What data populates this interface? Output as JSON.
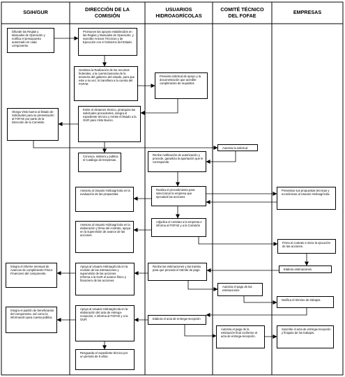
{
  "columns": [
    {
      "id": "sgih",
      "label": "SGIH/GUR"
    },
    {
      "id": "direccion",
      "label": "DIRECCIÓN DE LA\nCOMISIÓN"
    },
    {
      "id": "usuarios",
      "label": "USUARIOS\nHIDROAGRÍCOLAS"
    },
    {
      "id": "comite",
      "label": "COMITÉ TÉCNICO\nDEL FOFAE"
    },
    {
      "id": "empresas",
      "label": "EMPRESAS"
    }
  ],
  "steps": [
    {
      "id": "s1",
      "text": "Difunde las Reglas y Manuales de Operación y notifica el presupuesto autorizado en cada componente."
    },
    {
      "id": "s2",
      "text": "Promueve las apoyos establecidos en las Reglas y Manuales de Operación, y suscribe Anexos Técnicos y de Ejecución con el Gobierno del Estado."
    },
    {
      "id": "s3",
      "text": "Gestiona la Radicación de los recursos federales, a la cuenta bancaria de la tesorería del gobierno del estado, para que este a su vez, lo transfiera a la cuenta del FOFAE"
    },
    {
      "id": "s4",
      "text": "Presenta solicitud de apoyo y la documentación que acredite cumplimiento de requisitos"
    },
    {
      "id": "s5",
      "text": "Otorga Visto bueno al listado de Solicitudes para su presentación al FOFAE por parte de la Dirección de la Comisión."
    },
    {
      "id": "s6",
      "text": "Emite el dictamen técnico, jerarquiza las solicitudes procedentes, integra el expediente técnico y remite el listado a la GUR para Visto Bueno."
    },
    {
      "id": "s7",
      "text": "Autoriza la solicitud"
    },
    {
      "id": "s8",
      "text": "Convoca, elabora y publica el Catálogo de Empresas."
    },
    {
      "id": "s9",
      "text": "Recibe notificación de autorización y procede, garantiza la aportación que le corresponde."
    },
    {
      "id": "s10",
      "text": "Asesora al Usuario Hidroagrícola en la evaluación de las propuestas."
    },
    {
      "id": "s11",
      "text": "Realiza el procedimiento para seleccionar la empresa que ejecutará las acciones"
    },
    {
      "id": "s12",
      "text": "Presentan sus propuestas técnicas y económicas al Usuario Hidroagrícola."
    },
    {
      "id": "s13",
      "text": "Asesora al Usuario Hidroagrícola en la elaboración y firma del contrato, apoya en la supervisión de avance de las acciones."
    },
    {
      "id": "s14",
      "text": "Adjudica el contrato a la empresa e informa al FOFAE y a la Comisión"
    },
    {
      "id": "s15",
      "text": "Firma el contrato e inicia la ejecución de las acciones."
    },
    {
      "id": "s16",
      "text": "Elabora estimaciones"
    },
    {
      "id": "s17",
      "text": "Integra el informe mensual de Avances de cumplimiento Físico-Financiero del componente."
    },
    {
      "id": "s18",
      "text": "Apoya al Usuario Hidroagrícola en la revisión de las estimaciones y supervisión de las acciones.\nInforma a la GUR el avance físico y financiero de las acciones."
    },
    {
      "id": "s19",
      "text": "Recibe las estimaciones y las tramita para que proceda el trámite de pago."
    },
    {
      "id": "s20",
      "text": "Autoriza el pago de las estimaciones"
    },
    {
      "id": "s21",
      "text": "Notifica el término de trabajos."
    },
    {
      "id": "s22",
      "text": "Integra el padrón de beneficiarios del componente, así como la información para cuenta pública."
    },
    {
      "id": "s23",
      "text": "Apoya al Usuario Hidroagrícola en la elaboración del acta de entrega-recepción, e informa al FOFAE y a la GUR."
    },
    {
      "id": "s24",
      "text": "Elabora el acta de entrega-recepción"
    },
    {
      "id": "s25",
      "text": "Autoriza el pago de la estimación final conforme al acta de entrega-recepción."
    },
    {
      "id": "s26",
      "text": "Suscribe el acta de entrega-recepción y finiquito de los trabajos."
    },
    {
      "id": "s27",
      "text": "Resguarda el expediente técnico por un periodo de 5 años."
    }
  ]
}
